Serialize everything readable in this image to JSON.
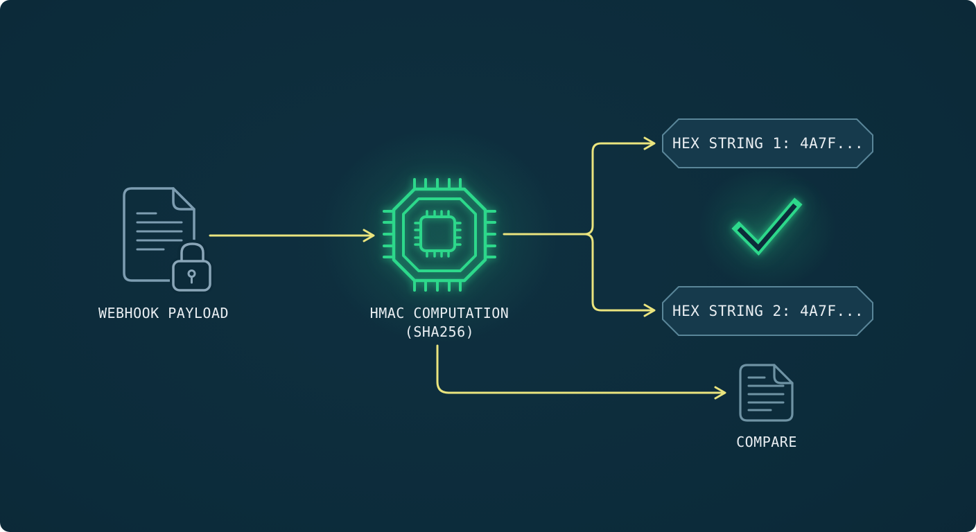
{
  "diagram": {
    "nodes": {
      "webhook_payload": {
        "label": "WEBHOOK PAYLOAD",
        "icon": "document-lock-icon"
      },
      "hmac_computation": {
        "label": "HMAC COMPUTATION",
        "sublabel": "(SHA256)",
        "icon": "cpu-chip-icon"
      },
      "hex_string_1": {
        "label": "HEX STRING 1: 4A7F...",
        "shape": "octagon-box"
      },
      "hex_string_2": {
        "label": "HEX STRING 2: 4A7F...",
        "shape": "octagon-box"
      },
      "match_indicator": {
        "icon": "checkmark-icon"
      },
      "compare": {
        "label": "COMPARE",
        "icon": "document-icon"
      }
    },
    "edges": [
      {
        "from": "webhook_payload",
        "to": "hmac_computation",
        "style": "yellow-arrow"
      },
      {
        "from": "hmac_computation",
        "to": "hex_string_1",
        "style": "yellow-arrow-branch-up"
      },
      {
        "from": "hmac_computation",
        "to": "hex_string_2",
        "style": "yellow-arrow-branch-down"
      },
      {
        "from": "hmac_computation",
        "to": "compare",
        "style": "yellow-arrow-elbow-down"
      }
    ],
    "colors": {
      "bg": "#0c2b3a",
      "bgDeep": "#0a2230",
      "text": "#e9eef2",
      "yellow": "#eae47e",
      "green": "#2dd88b",
      "docStroke": "#7d9db1",
      "lockStroke": "#8aa6b8",
      "compareStroke": "#6f93a4",
      "boxFill": "#163a4c",
      "boxBorder": "#5a8699"
    }
  }
}
